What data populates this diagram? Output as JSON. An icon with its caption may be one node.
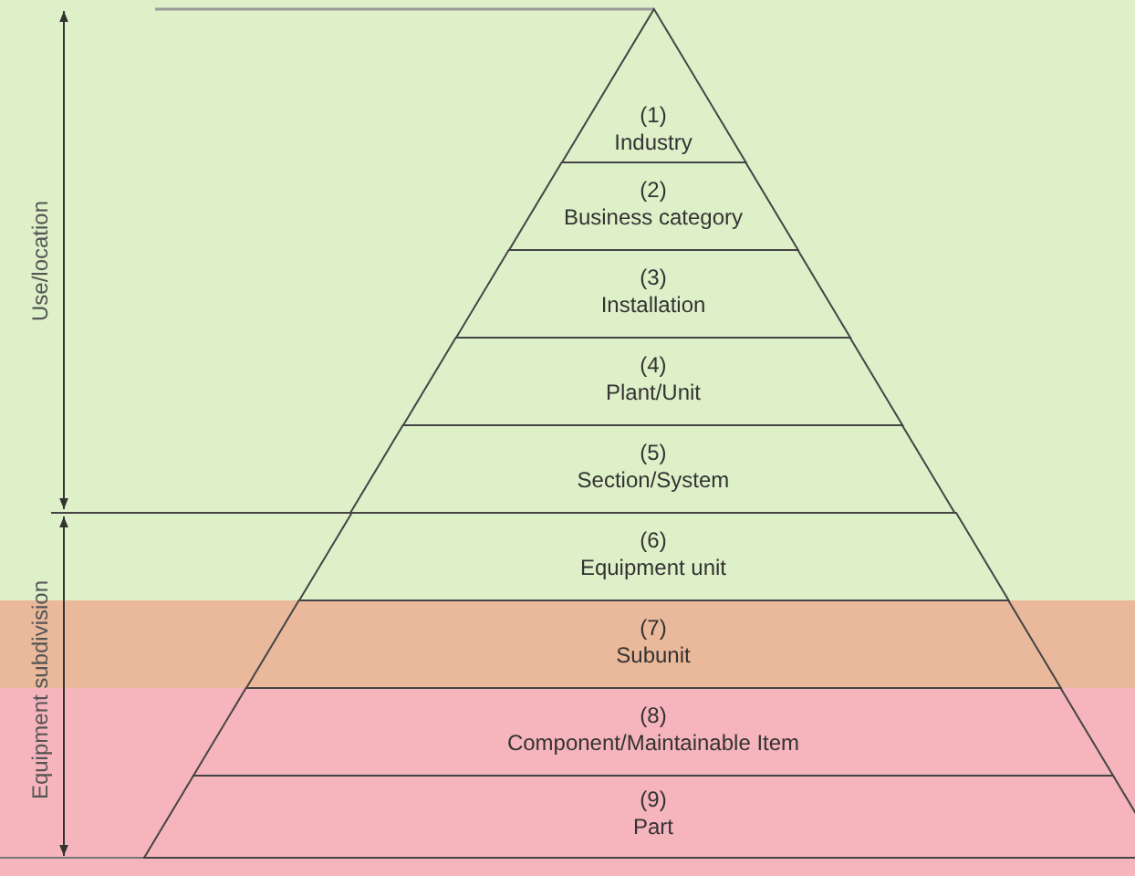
{
  "diagram": {
    "nodes": [
      {
        "text": [
          "(1)",
          "Industry"
        ]
      },
      {
        "text": [
          "(2)",
          "Business category"
        ]
      },
      {
        "text": [
          "(3)",
          "Installation"
        ]
      },
      {
        "text": [
          "(4)",
          "Plant/Unit"
        ]
      },
      {
        "text": [
          "(5)",
          "Section/System"
        ]
      },
      {
        "text": [
          "(6)",
          "Equipment unit"
        ]
      },
      {
        "text": [
          "(7)",
          "Subunit"
        ]
      },
      {
        "text": [
          "(8)",
          "Component/Maintainable Item"
        ]
      },
      {
        "text": [
          "(9)",
          "Part"
        ]
      }
    ],
    "labels": [
      "Use/location",
      "Equipment subdivision"
    ]
  }
}
